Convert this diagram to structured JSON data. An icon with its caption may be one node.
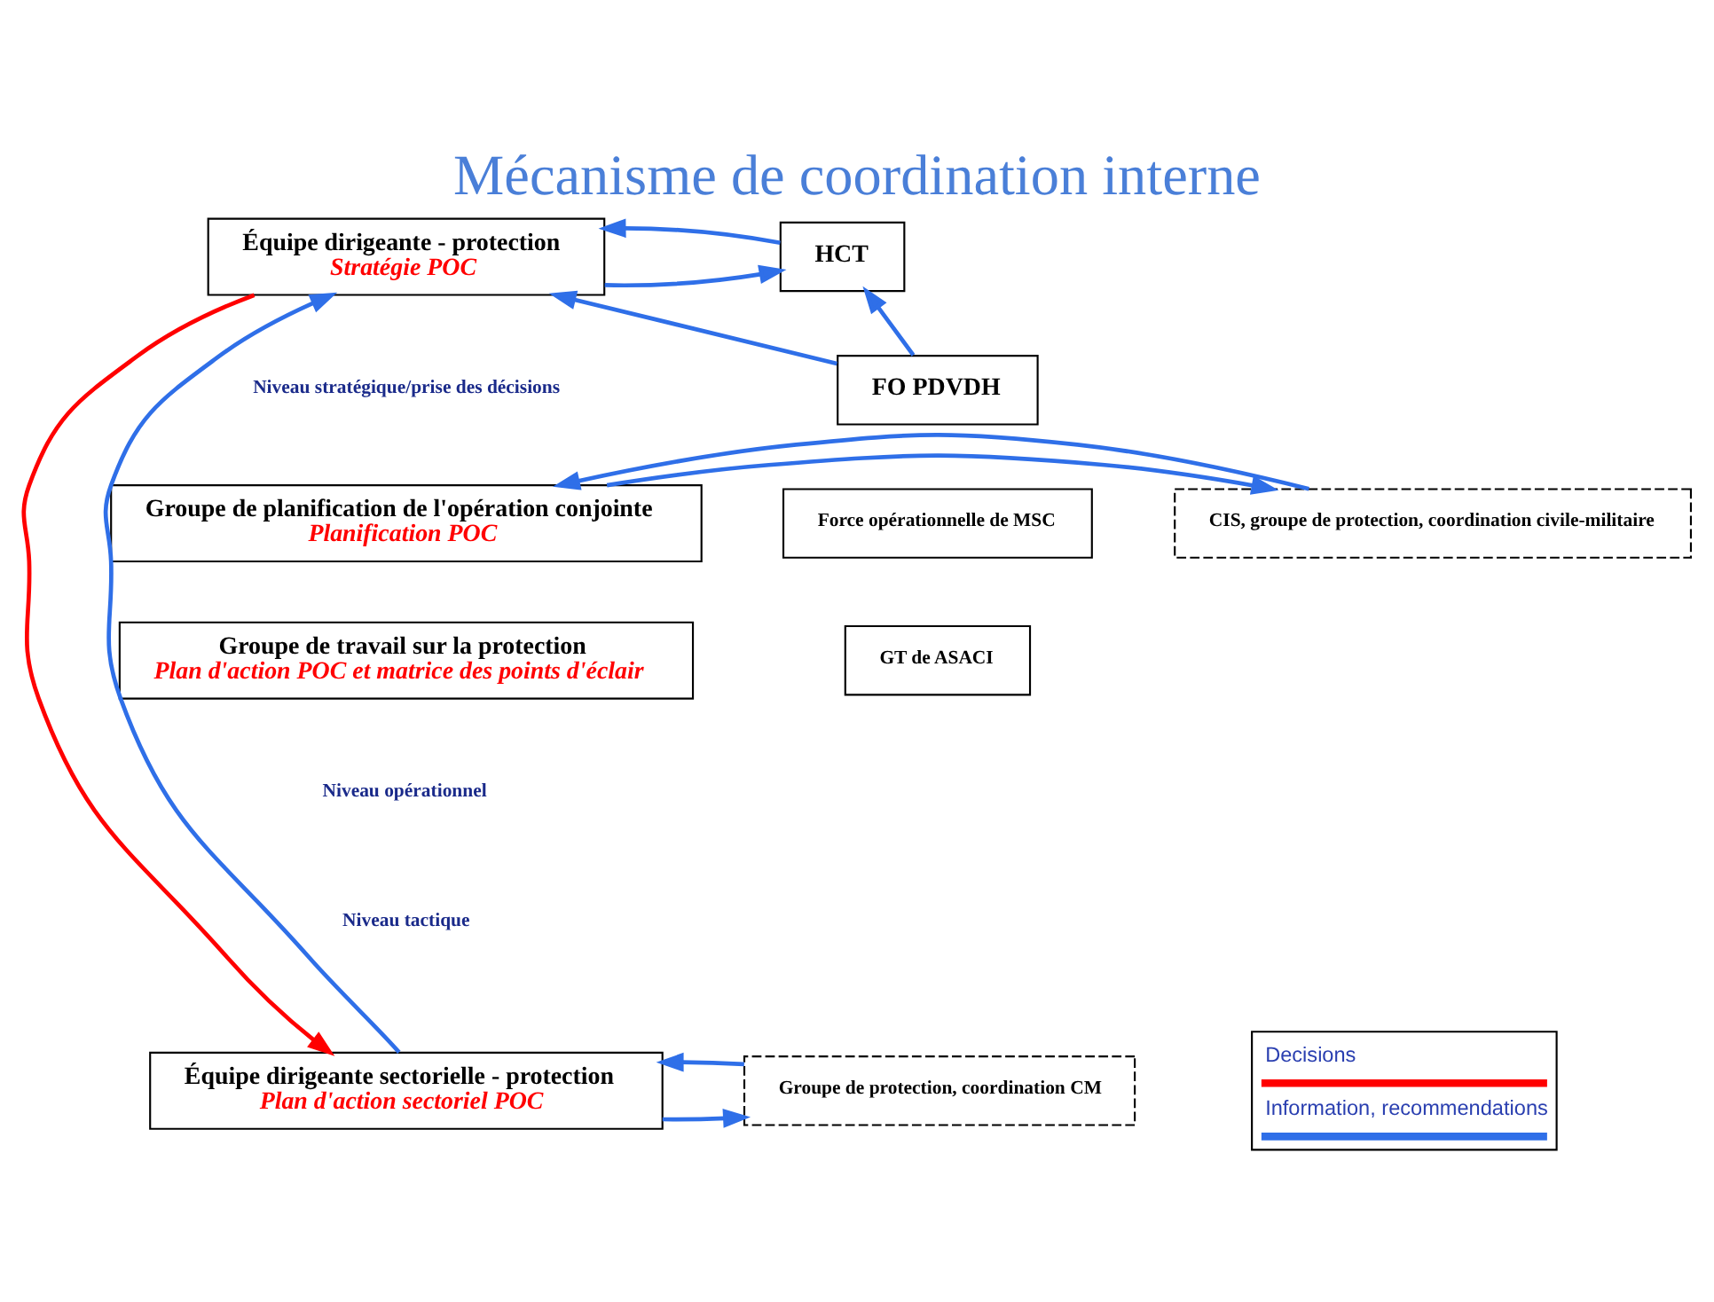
{
  "diagram": {
    "title": "Mécanisme de coordination interne",
    "nodes": [
      {
        "text": [
          "Équipe dirigeante - protection",
          "Stratégie POC"
        ]
      },
      {
        "text": [
          "HCT"
        ]
      },
      {
        "text": [
          "FO PDVDH"
        ]
      },
      {
        "text": [
          "Force opérationnelle de MSC"
        ]
      },
      {
        "text": [
          "GT de ASACI"
        ]
      },
      {
        "text": [
          "Groupe de planification de l'opération conjointe",
          "Planification POC"
        ]
      },
      {
        "text": [
          "CIS, groupe de protection, coordination civile-militaire"
        ]
      },
      {
        "text": [
          "Groupe de travail sur la protection",
          "Plan d'action POC et matrice des points d'éclair"
        ]
      },
      {
        "text": [
          "Équipe dirigeante sectorielle - protection",
          "Plan d'action sectoriel POC"
        ]
      },
      {
        "text": [
          "Groupe de protection, coordination CM"
        ]
      }
    ],
    "edges": [
      {
        "from": 0,
        "to": 1,
        "arrow": "to"
      },
      {
        "from": 1,
        "to": 0,
        "arrow": "to"
      },
      {
        "from": 2,
        "to": 0,
        "arrow": "to"
      },
      {
        "from": 2,
        "to": 1,
        "arrow": "to"
      },
      {
        "from": 8,
        "to": 0,
        "arrow": "to"
      },
      {
        "from": 0,
        "to": 8,
        "arrow": "to",
        "color": "#ff0000"
      },
      {
        "from": 5,
        "to": 6,
        "arrow": "to"
      },
      {
        "from": 6,
        "to": 5,
        "arrow": "to"
      },
      {
        "from": 8,
        "to": 9,
        "arrow": "to"
      },
      {
        "from": 9,
        "to": 8,
        "arrow": "to"
      }
    ],
    "labels": [
      "Niveau stratégique/prise des décisions",
      "Niveau opérationnel",
      "Niveau tactique"
    ],
    "legend": [
      {
        "text": "Decisions"
      },
      {
        "text": "Information, recommendations"
      }
    ]
  }
}
